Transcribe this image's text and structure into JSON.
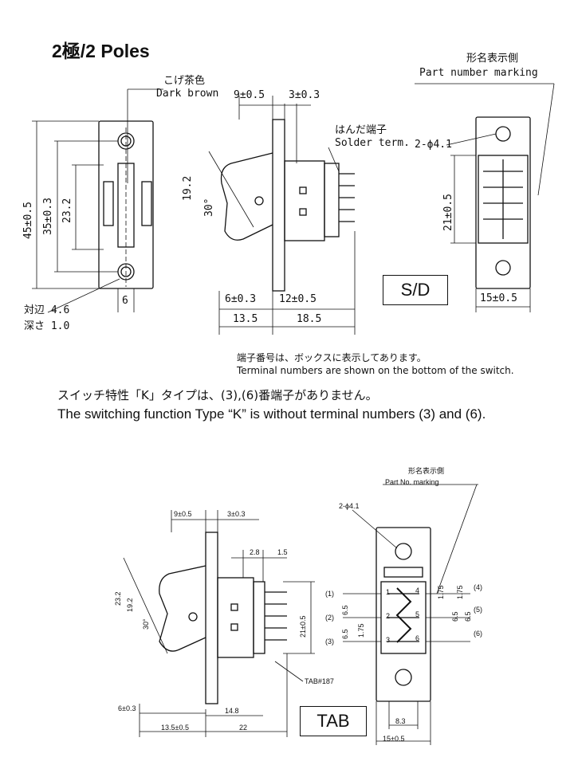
{
  "title": "2極/2 Poles",
  "top": {
    "jp_color": "こげ茶色",
    "en_color": "Dark brown",
    "dim_9": "9±0.5",
    "dim_3": "3±0.3",
    "jp_solder": "はんだ端子",
    "en_solder": "Solder term.",
    "dim_hole": "2-ϕ4.1",
    "jp_marking": "形名表示側",
    "en_marking": "Part number marking",
    "dim_45": "45±0.5",
    "dim_35": "35±0.3",
    "dim_23": "23.2",
    "dim_19": "19.2",
    "dim_30": "30°",
    "dim_21": "21±0.5",
    "dim_6a": "6±0.3",
    "dim_12": "12±0.5",
    "dim_13": "13.5",
    "dim_18": "18.5",
    "dim_6b": "6",
    "dim_15": "15±0.5",
    "jp_across": "対辺 4.6",
    "jp_depth": "深さ 1.0",
    "badge": "S/D"
  },
  "notes": {
    "jp_terminal": "端子番号は、ボックスに表示してあります。",
    "en_terminal": "Terminal numbers are shown on the bottom of the switch.",
    "jp_k": "スイッチ特性「K」タイプは、(3),(6)番端子がありません。",
    "en_k": "The switching function Type “K” is without terminal numbers (3) and (6)."
  },
  "bottom": {
    "jp_marking": "形名表示側",
    "en_marking": "Part No. marking",
    "dim_hole": "2-ϕ4.1",
    "dim_9": "9±0.5",
    "dim_3": "3±0.3",
    "dim_28": "2.8",
    "dim_15a": "1.5",
    "dim_23": "23.2",
    "dim_19": "19.2",
    "dim_30": "30°",
    "dim_21": "21±0.5",
    "dim_6": "6±0.3",
    "dim_148": "14.8",
    "dim_13": "13.5±0.5",
    "dim_22": "22",
    "tab187": "TAB#187",
    "badge": "TAB",
    "dim_83": "8.3",
    "dim_15": "15±0.5",
    "term1": "(1)",
    "term2": "(2)",
    "term3": "(3)",
    "term4": "(4)",
    "term5": "(5)",
    "term6": "(6)",
    "n1": "1",
    "n2": "2",
    "n3": "3",
    "n4": "4",
    "n5": "5",
    "n6": "6",
    "d175a": "1.75",
    "d65a": "6.5",
    "d65b": "6.5",
    "d175b": "1.75",
    "d175c": "1.75",
    "d65c": "6.5",
    "d65d": "6.5"
  }
}
